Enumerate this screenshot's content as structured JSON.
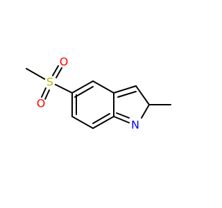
{
  "molecule": {
    "atoms": [
      {
        "symbol": "S",
        "color": "#b7b700"
      },
      {
        "symbol": "O",
        "color": "#ff0000"
      },
      {
        "symbol": "O",
        "color": "#ff0000"
      },
      {
        "symbol": "N",
        "color": "#0000ff"
      }
    ],
    "bond_color": "#000000"
  }
}
